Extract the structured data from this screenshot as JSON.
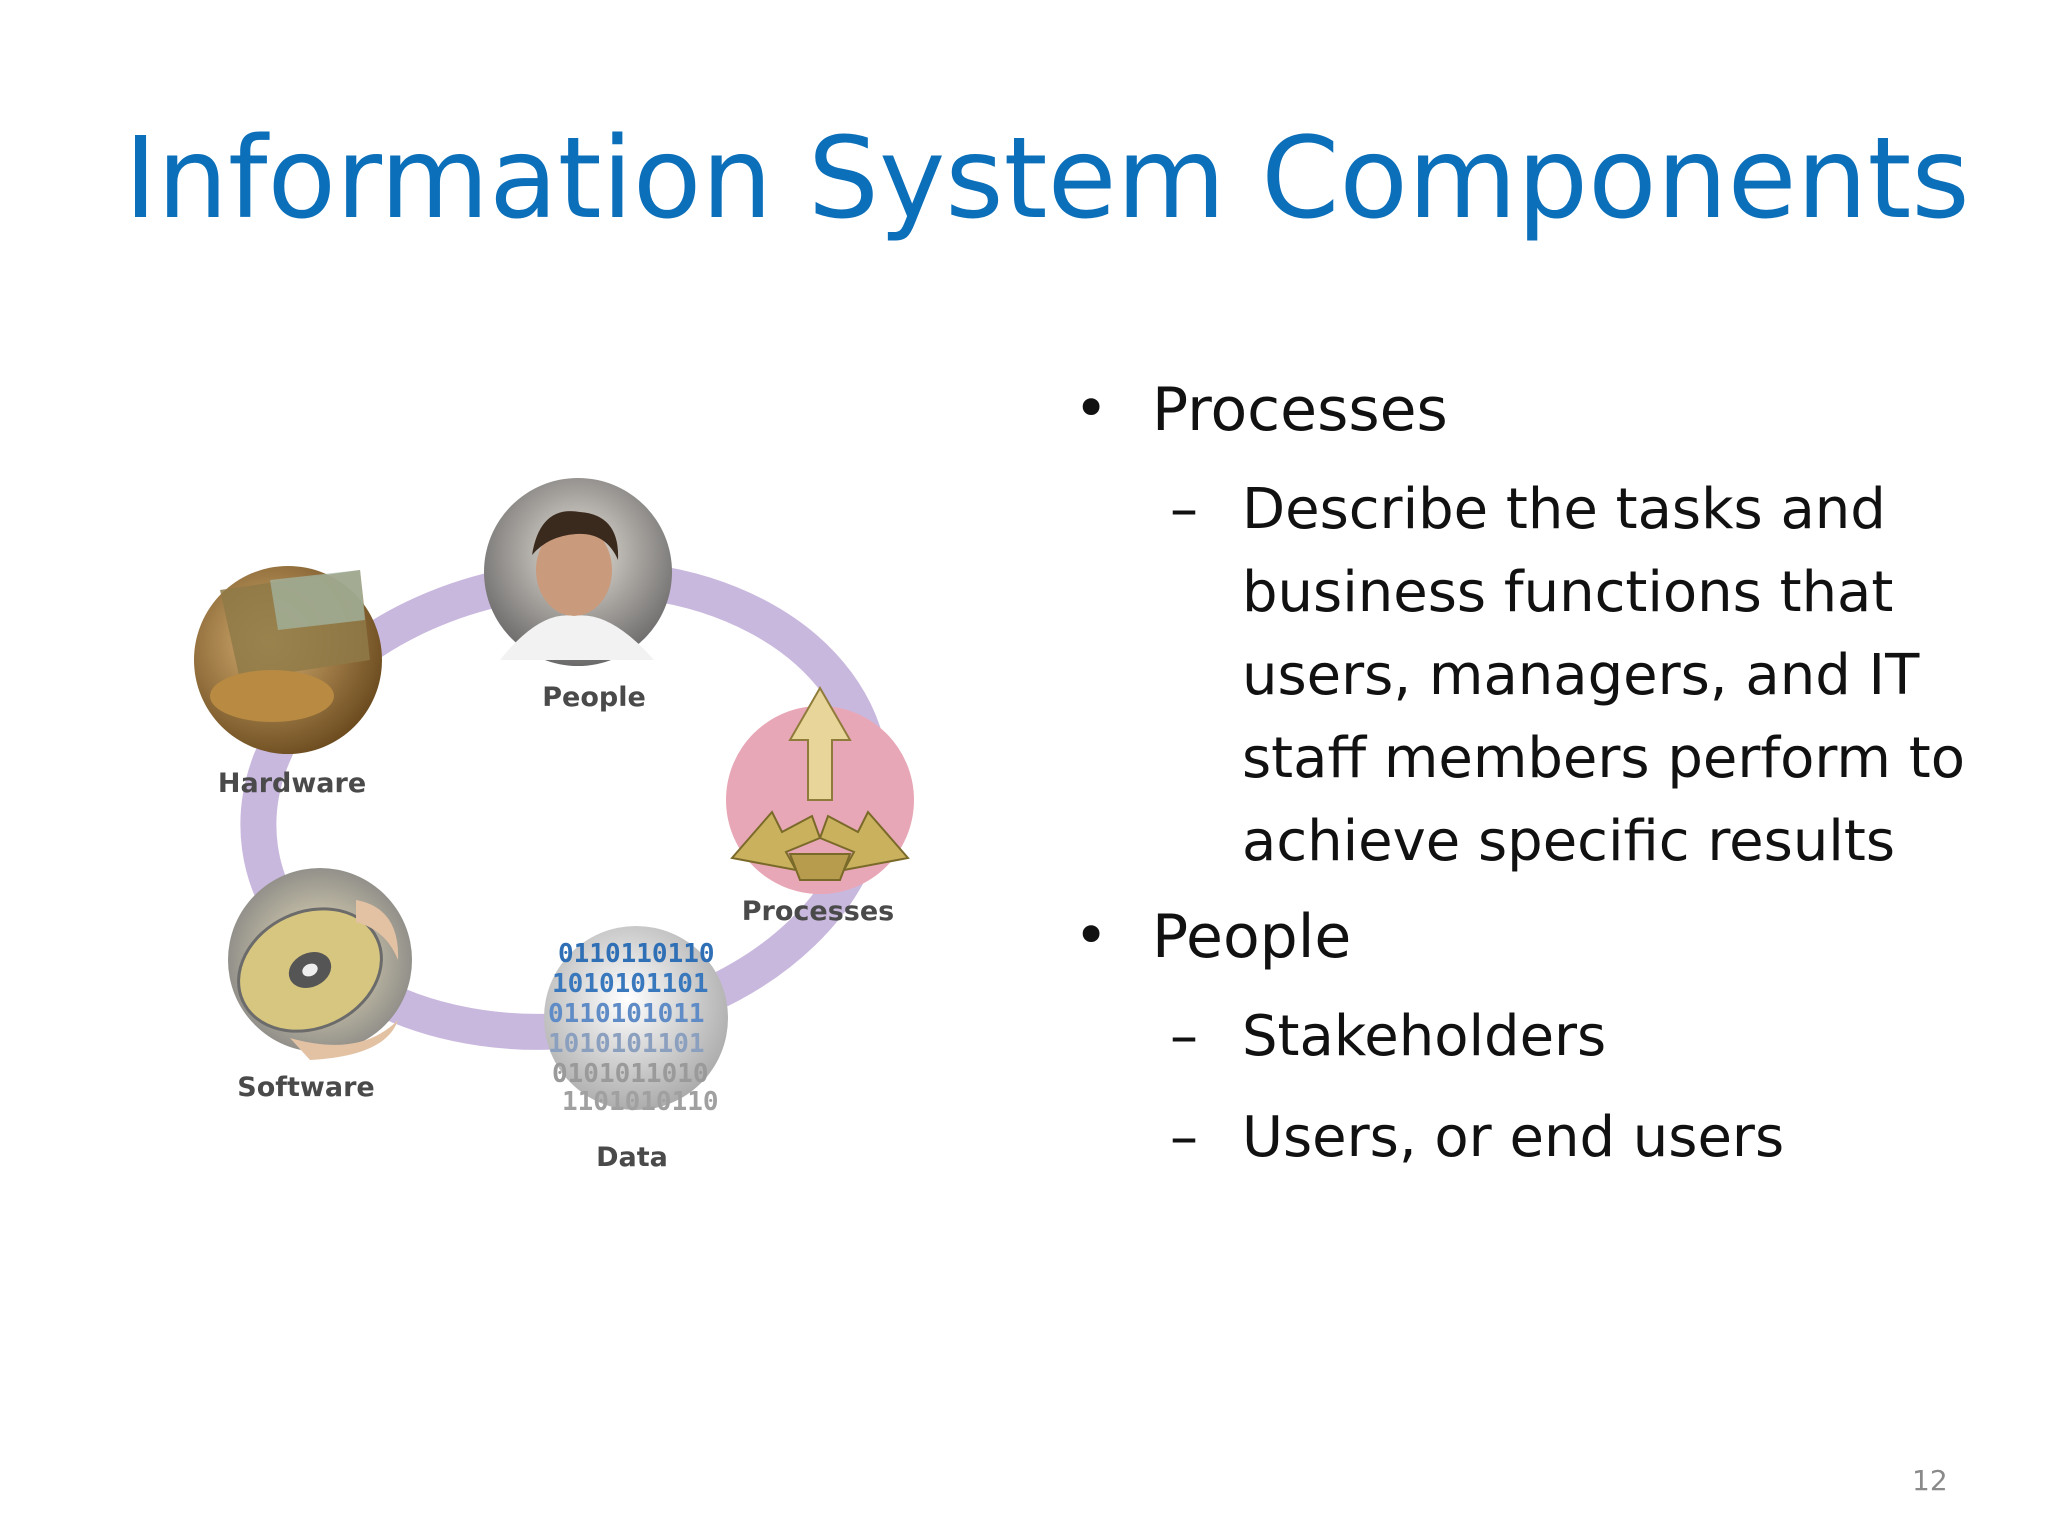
{
  "slide": {
    "title": "Information System Components",
    "page_number": "12"
  },
  "diagram": {
    "nodes": [
      {
        "label": "People",
        "icon": "person-photo-icon"
      },
      {
        "label": "Processes",
        "icon": "arrows-icon"
      },
      {
        "label": "Data",
        "icon": "binary-digits-icon"
      },
      {
        "label": "Software",
        "icon": "cd-disc-icon"
      },
      {
        "label": "Hardware",
        "icon": "computer-hardware-icon"
      }
    ],
    "colors": {
      "ring": "#c9b8de",
      "processes_circle": "#e8a7b6",
      "data_blue": "#2f6fb5"
    }
  },
  "bullets": [
    {
      "text": "Processes",
      "sub": [
        "Describe the tasks and business functions that users, managers, and IT staff members perform to achieve specific results"
      ]
    },
    {
      "text": "People",
      "sub": [
        "Stakeholders",
        "Users, or end users"
      ]
    }
  ],
  "glyphs": {
    "bullet": "•",
    "dash": "–"
  }
}
